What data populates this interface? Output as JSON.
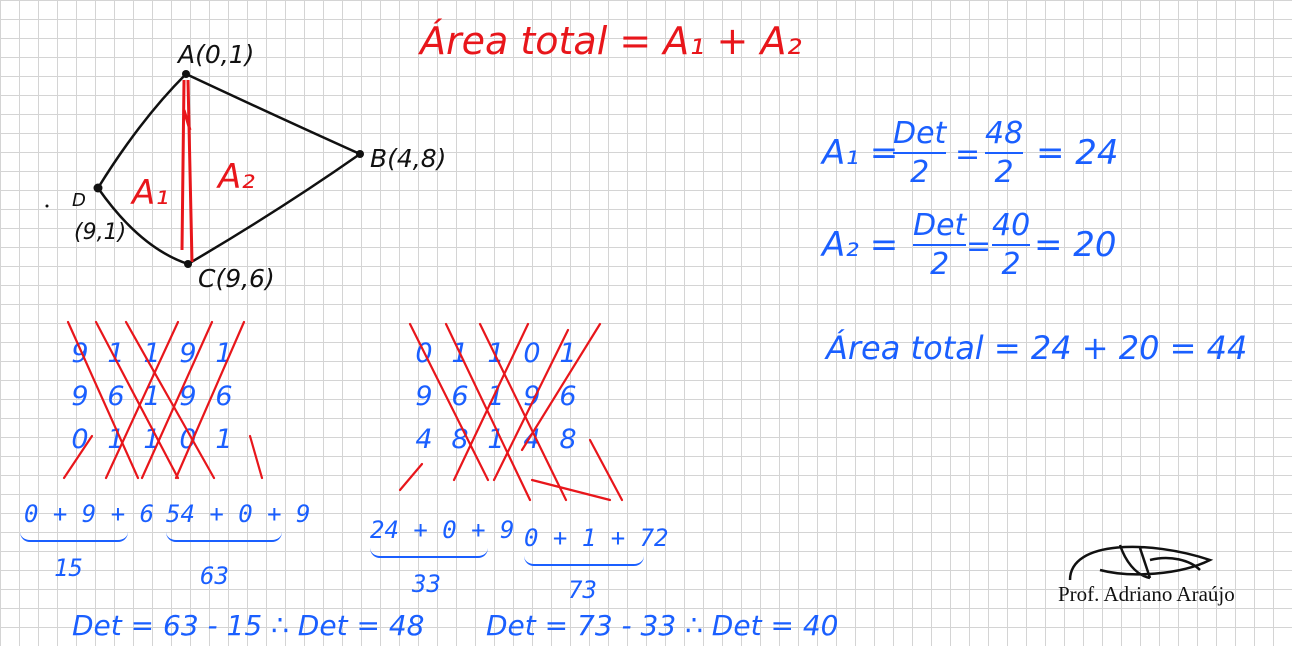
{
  "title": "Área total = A₁ + A₂",
  "diagram": {
    "label_A": "A(0,1)",
    "label_B": "B(4,8)",
    "label_C": "C(9,6)",
    "label_D": "D",
    "label_D_coords": "(9,1)",
    "region_1": "A₁",
    "region_2": "A₂"
  },
  "results": {
    "a1_lhs": "A₁ =",
    "a1_num": "Det",
    "a1_den": "2",
    "a1_eq": "=",
    "a1_num2": "48",
    "a1_den2": "2",
    "a1_result": "= 24",
    "a2_lhs": "A₂ =",
    "a2_num": "Det",
    "a2_den": "2",
    "a2_eq": "=",
    "a2_num2": "40",
    "a2_den2": "2",
    "a2_result": "= 20",
    "total": "Área total = 24 + 20 = 44"
  },
  "det1": {
    "rows": [
      [
        "9",
        "1",
        "1",
        "9",
        "1"
      ],
      [
        "9",
        "6",
        "1",
        "9",
        "6"
      ],
      [
        "0",
        "1",
        "1",
        "0",
        "1"
      ]
    ],
    "sum_left": "0 + 9 + 6",
    "sum_left_total": "15",
    "sum_right": "54 + 0 + 9",
    "sum_right_total": "63",
    "det_line": "Det = 63 - 15 ∴ Det = 48"
  },
  "det2": {
    "rows": [
      [
        "0",
        "1",
        "1",
        "0",
        "1"
      ],
      [
        "9",
        "6",
        "1",
        "9",
        "6"
      ],
      [
        "4",
        "8",
        "1",
        "4",
        "8"
      ]
    ],
    "sum_left": "24 + 0 + 9",
    "sum_left_total": "33",
    "sum_right": "0 + 1 + 72",
    "sum_right_total": "73",
    "det_line": "Det = 73 - 33 ∴ Det = 40"
  },
  "signature": {
    "name": "Prof. Adriano Araújo"
  },
  "colors": {
    "red": "#e8161b",
    "blue": "#1a5fff",
    "black": "#111111",
    "grid": "#d4d4d4"
  }
}
